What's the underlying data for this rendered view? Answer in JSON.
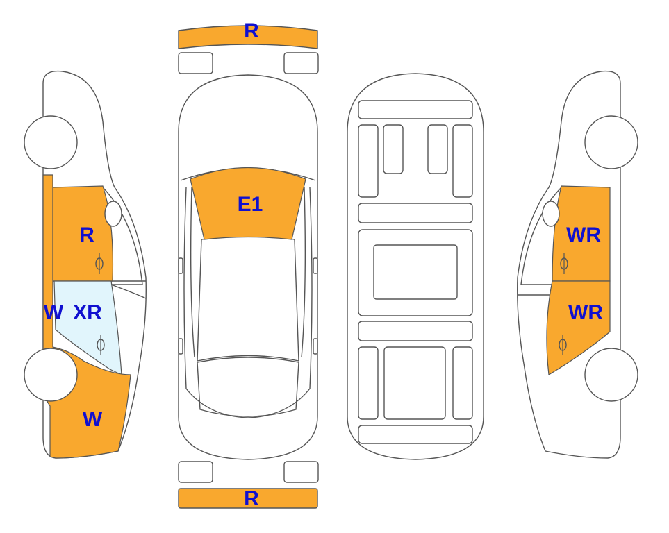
{
  "colors": {
    "damage_fill": "#F9A82E",
    "glass_fill": "#E1F5FC",
    "label_text": "#1010D0",
    "outline": "#555555",
    "background": "#FFFFFF"
  },
  "labels": {
    "front_bumper": "R",
    "rear_bumper": "R",
    "windshield": "E1",
    "left_front_door": "R",
    "left_glass_w": "W",
    "left_glass_xr": "XR",
    "left_rear_quarter": "W",
    "right_front_door": "WR",
    "right_rear_door": "WR"
  }
}
